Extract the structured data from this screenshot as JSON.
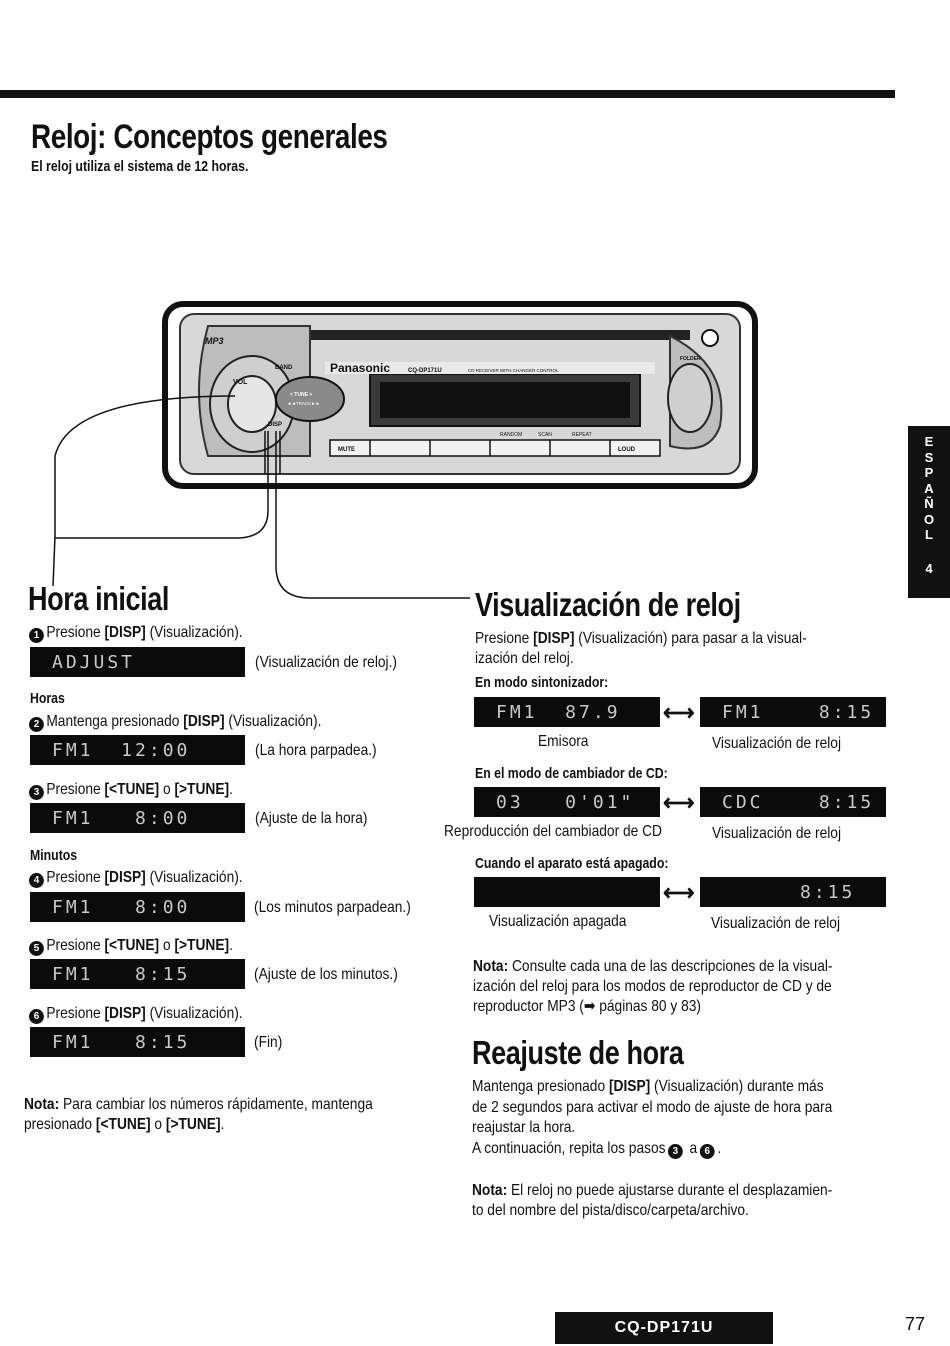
{
  "header": {
    "title": "Reloj: Conceptos generales",
    "subtitle": "El reloj utiliza el sistema de 12 horas."
  },
  "radio": {
    "brand": "Panasonic",
    "model_label": "CQ-DP171U",
    "receiver_text": "CD RECEIVER WITH CHANGER CONTROL",
    "labels": {
      "mp3": "MP3",
      "band": "BAND",
      "vol": "VOL",
      "tune": "< TUNE >",
      "track": "◄◄TRACK►►",
      "disp": "DISP",
      "folder": "FOLDER",
      "random": "RANDOM",
      "scan": "SCAN",
      "repeat": "REPEAT",
      "mute": "MUTE",
      "loud": "LOUD"
    }
  },
  "hora_inicial": {
    "title": "Hora inicial",
    "step1": {
      "num": "1",
      "text_a": "Presione ",
      "key": "[DISP]",
      "text_b": " (Visualización).",
      "lcd": "ADJUST",
      "caption": "(Visualización de reloj.)"
    },
    "horas_label": "Horas",
    "step2": {
      "num": "2",
      "text_a": "Mantenga presionado ",
      "key": "[DISP]",
      "text_b": " (Visualización).",
      "lcd": "FM1  12:00",
      "caption": "(La hora parpadea.)"
    },
    "step3": {
      "num": "3",
      "text_a": "Presione ",
      "key": "[<TUNE]",
      "text_b": " o ",
      "key2": "[>TUNE]",
      "text_c": ".",
      "lcd": "FM1   8:00",
      "caption": "(Ajuste de la hora)"
    },
    "minutos_label": "Minutos",
    "step4": {
      "num": "4",
      "text_a": "Presione ",
      "key": "[DISP]",
      "text_b": " (Visualización).",
      "lcd": "FM1   8:00",
      "caption": "(Los minutos parpadean.)"
    },
    "step5": {
      "num": "5",
      "text_a": "Presione ",
      "key": "[<TUNE]",
      "text_b": " o ",
      "key2": "[>TUNE]",
      "text_c": ".",
      "lcd": "FM1   8:15",
      "caption": "(Ajuste de los minutos.)"
    },
    "step6": {
      "num": "6",
      "text_a": "Presione ",
      "key": "[DISP]",
      "text_b": " (Visualización).",
      "lcd": "FM1   8:15",
      "caption": "(Fin)"
    },
    "note_label": "Nota:",
    "note_line1": " Para cambiar los números rápidamente, mantenga",
    "note_line2_a": "presionado ",
    "note_key1": "[<TUNE]",
    "note_mid": " o ",
    "note_key2": "[>TUNE]",
    "note_end": "."
  },
  "visualizacion": {
    "title": "Visualización de reloj",
    "intro_a": "Presione ",
    "intro_key": "[DISP]",
    "intro_b": " (Visualización) para pasar a la visual-",
    "intro_line2": "ización del reloj.",
    "tuner_label": "En modo sintonizador:",
    "tuner_lcd_left": "FM1  87.9",
    "tuner_lcd_right": "FM1    8:15",
    "tuner_cap_left": "Emisora",
    "tuner_cap_right": "Visualización de reloj",
    "changer_label": "En el modo de cambiador de CD:",
    "changer_lcd_left": "03   0'01\"",
    "changer_lcd_right": "CDC    8:15",
    "changer_cap_left": "Reproducción del cambiador de CD",
    "changer_cap_right": "Visualización de reloj",
    "off_label": "Cuando el aparato está apagado:",
    "off_lcd_right": "8:15",
    "off_cap_left": "Visualización apagada",
    "off_cap_right": "Visualización de reloj",
    "arrow": "⟷",
    "note_label": "Nota:",
    "note_line1": " Consulte cada una de las descripciones de la visual-",
    "note_line2": "ización del reloj para los modos de reproductor de CD y de",
    "note_line3": "reproductor MP3 (➡ páginas 80 y 83)"
  },
  "reajuste": {
    "title": "Reajuste de hora",
    "line1_a": "Mantenga presionado ",
    "line1_key": "[DISP]",
    "line1_b": " (Visualización) durante más",
    "line2": "de 2 segundos para activar el modo de ajuste de hora para",
    "line3": "reajustar la hora.",
    "line4_a": "A continuación, repita los pasos ",
    "step_a": "3",
    "line4_b": " a ",
    "step_b": "6",
    "line4_c": ".",
    "note_label": "Nota:",
    "note_line1": " El reloj no puede ajustarse durante el desplazamien-",
    "note_line2": "to del nombre del pista/disco/carpeta/archivo."
  },
  "side_tab": {
    "letters": [
      "E",
      "S",
      "P",
      "A",
      "Ñ",
      "O",
      "L"
    ],
    "page": "4"
  },
  "footer": {
    "model": "CQ-DP171U",
    "page_number": "77"
  }
}
